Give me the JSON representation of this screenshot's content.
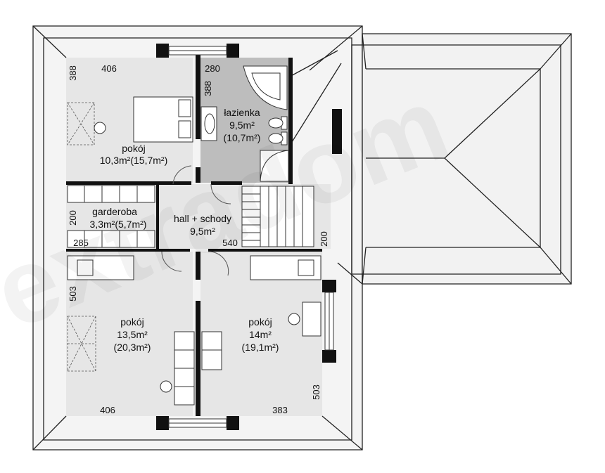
{
  "watermark": "extradom",
  "rooms": {
    "bedroom_top": {
      "name": "pokój",
      "area": "10,3m²(15,7m²)"
    },
    "bathroom": {
      "name": "łazienka",
      "area": "9,5m²",
      "area_total": "(10,7m²)"
    },
    "wardrobe": {
      "name": "garderoba",
      "area": "3,3m²(5,7m²)"
    },
    "hall": {
      "name": "hall + schody",
      "area": "9,5m²"
    },
    "bedroom_left": {
      "name": "pokój",
      "area": "13,5m²",
      "area_total": "(20,3m²)"
    },
    "bedroom_right": {
      "name": "pokój",
      "area": "14m²",
      "area_total": "(19,1m²)"
    }
  },
  "dimensions": {
    "top_left_width": "406",
    "top_left_height": "388",
    "bath_width": "280",
    "bath_height": "388",
    "wardrobe_height": "200",
    "wardrobe_width": "285",
    "hall_width": "540",
    "stair_height": "200",
    "bottom_left_height": "503",
    "bottom_left_width": "406",
    "bottom_right_width": "383",
    "bottom_right_height": "503"
  },
  "colors": {
    "room_fill": "#e5e5e5",
    "bath_fill": "#bdbdbd",
    "roof_fill": "#f2f2f2",
    "wall": "#111111"
  }
}
